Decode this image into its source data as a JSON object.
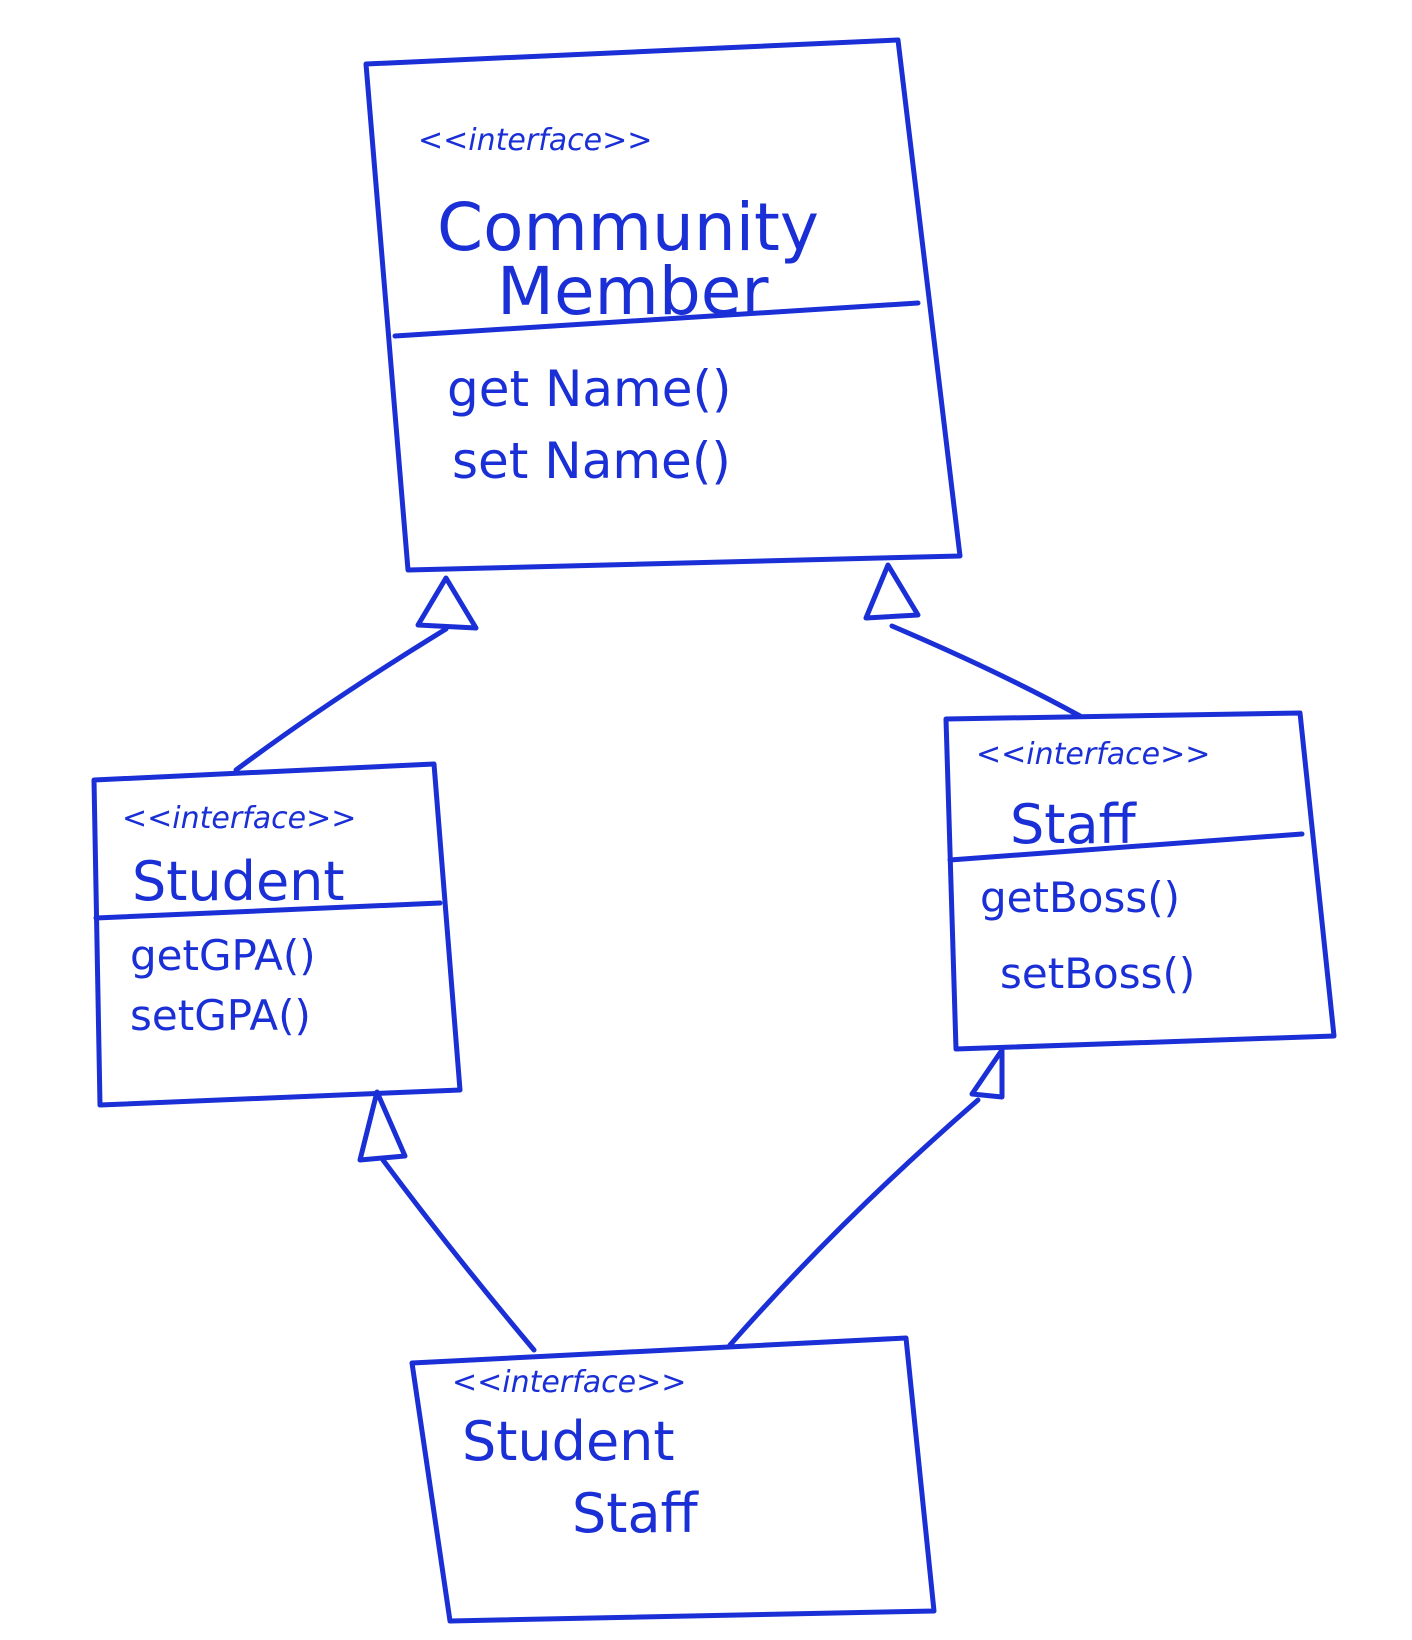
{
  "community_member": {
    "stereotype": "<<interface>>",
    "name_line1": "Community",
    "name_line2": "Member",
    "operations": [
      "get Name()",
      "set Name()"
    ]
  },
  "student": {
    "stereotype": "<<interface>>",
    "name": "Student",
    "operations": [
      "getGPA()",
      "setGPA()"
    ]
  },
  "staff": {
    "stereotype": "<<interface>>",
    "name": "Staff",
    "operations": [
      "getBoss()",
      "setBoss()"
    ]
  },
  "student_staff": {
    "stereotype": "<<interface>>",
    "name_line1": "Student",
    "name_line2": "Staff"
  },
  "ink_color": "#1a2fd6"
}
